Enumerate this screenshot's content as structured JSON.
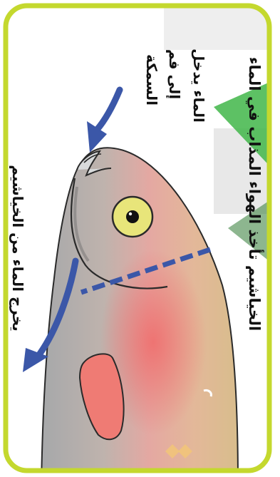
{
  "labels": {
    "gills_take_air": "الخياشيم تأخذ الهواء المذاب في الماء",
    "water_enters_1": "الماء يدخل",
    "water_enters_2": "إلى فم",
    "water_enters_3": "السمكة",
    "water_exits": "يخرج الماء من الخياشيم"
  },
  "colors": {
    "frame_border": "#c4d82e",
    "arrow": "#3b57a8",
    "body_top": "#a7a9ab",
    "body_bottom": "#d9bb8e",
    "gill_flush": "#ee6f6d",
    "fin": "#ef7b74",
    "eye_ring": "#e8e57a",
    "text": "#111111",
    "watermark_green": "#41b649",
    "ornament": "#f0c070"
  },
  "icons": {
    "incoming_arrow": "curved-arrow-down-icon",
    "outgoing_arrow": "curved-arrow-down-icon"
  }
}
